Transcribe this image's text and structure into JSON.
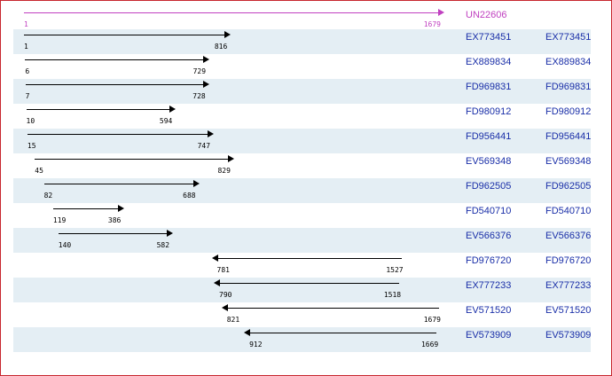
{
  "reference": {
    "id": "UN22606",
    "start": 1,
    "end": 1679
  },
  "rows": [
    {
      "id": "EX773451",
      "start": 1,
      "end": 816,
      "dir": "fwd",
      "shaded": true,
      "linked": true
    },
    {
      "id": "EX889834",
      "start": 6,
      "end": 729,
      "dir": "fwd",
      "shaded": false,
      "linked": true
    },
    {
      "id": "FD969831",
      "start": 7,
      "end": 728,
      "dir": "fwd",
      "shaded": true,
      "linked": true
    },
    {
      "id": "FD980912",
      "start": 10,
      "end": 594,
      "dir": "fwd",
      "shaded": false,
      "linked": false
    },
    {
      "id": "FD956441",
      "start": 15,
      "end": 747,
      "dir": "fwd",
      "shaded": true,
      "linked": true
    },
    {
      "id": "EV569348",
      "start": 45,
      "end": 829,
      "dir": "fwd",
      "shaded": false,
      "linked": true
    },
    {
      "id": "FD962505",
      "start": 82,
      "end": 688,
      "dir": "fwd",
      "shaded": true,
      "linked": true
    },
    {
      "id": "FD540710",
      "start": 119,
      "end": 386,
      "dir": "fwd",
      "shaded": false,
      "linked": false
    },
    {
      "id": "EV566376",
      "start": 140,
      "end": 582,
      "dir": "fwd",
      "shaded": true,
      "linked": true
    },
    {
      "id": "FD976720",
      "start": 781,
      "end": 1527,
      "dir": "rev",
      "shaded": false,
      "linked": true
    },
    {
      "id": "EX777233",
      "start": 790,
      "end": 1518,
      "dir": "rev",
      "shaded": true,
      "linked": true
    },
    {
      "id": "EV571520",
      "start": 821,
      "end": 1679,
      "dir": "rev",
      "shaded": false,
      "linked": true
    },
    {
      "id": "EV573909",
      "start": 912,
      "end": 1669,
      "dir": "rev",
      "shaded": true,
      "linked": true
    }
  ],
  "colors": {
    "reference": "#c040c0",
    "link": "#1a2fa8",
    "row_shade": "#e4eef4",
    "border": "#c8262e"
  }
}
